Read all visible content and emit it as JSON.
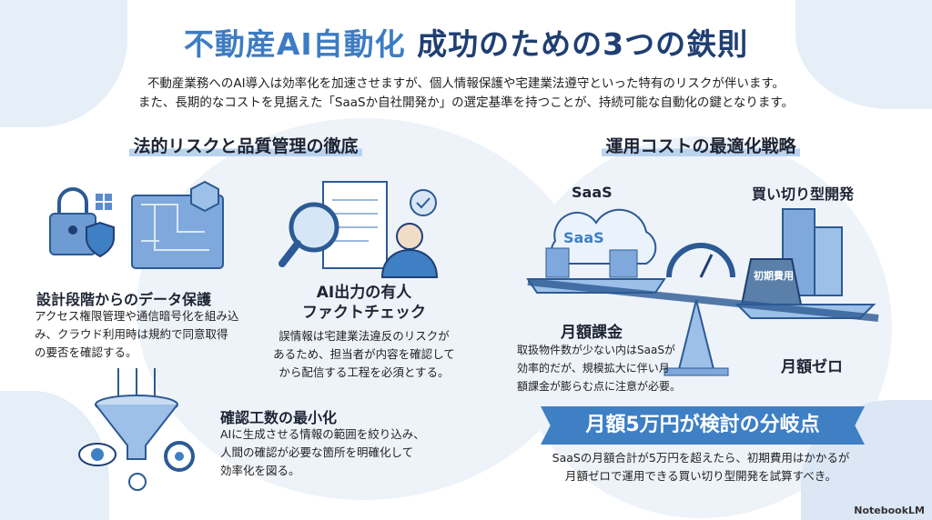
{
  "title": {
    "highlight": "不動産AI自動化",
    "rest": " 成功のための3つの鉄則"
  },
  "subtitle": [
    "不動産業務へのAI導入は効率化を加速させますが、個人情報保護や宅建業法遵守といった特有のリスクが伴います。",
    "また、長期的なコストを見据えた「SaaSか自社開発か」の選定基準を持つことが、持続可能な自動化の鍵となります。"
  ],
  "left": {
    "heading": "法的リスクと品質管理の徹底",
    "items": [
      {
        "title": "設計段階からのデータ保護",
        "body": [
          "アクセス権限管理や通信暗号化を組み込",
          "み、クラウド利用時は規約で同意取得",
          "の要否を確認する。"
        ]
      },
      {
        "title": [
          "AI出力の有人",
          "ファクトチェック"
        ],
        "body": [
          "誤情報は宅建業法違反のリスクが",
          "あるため、担当者が内容を確認して",
          "から配信する工程を必須とする。"
        ]
      },
      {
        "title": "確認工数の最小化",
        "body": [
          "AIに生成させる情報の範囲を絞り込み、",
          "人間の確認が必要な箇所を明確化して",
          "効率化を図る。"
        ]
      }
    ]
  },
  "right": {
    "heading": "運用コストの最適化戦略",
    "saas_label": "SaaS",
    "cloud_text": "SaaS",
    "buyout_label": "買い切り型開発",
    "weight_text": "初期費用",
    "monthly": {
      "title": "月額課金",
      "body": [
        "取扱物件数が少ない内はSaaSが",
        "効率的だが、規模拡大に伴い月",
        "額課金が膨らむ点に注意が必要。"
      ]
    },
    "zero": "月額ゼロ",
    "banner": "月額5万円が検討の分岐点",
    "conclusion": [
      "SaaSの月額合計が5万円を超えたら、初期費用はかかるが",
      "月額ゼロで運用できる買い切り型開発を試算すべき。"
    ]
  },
  "footer": "NotebookLM",
  "colors": {
    "accent": "#3f7fc4",
    "navy": "#1f3f73",
    "light": "#e6eef8"
  }
}
